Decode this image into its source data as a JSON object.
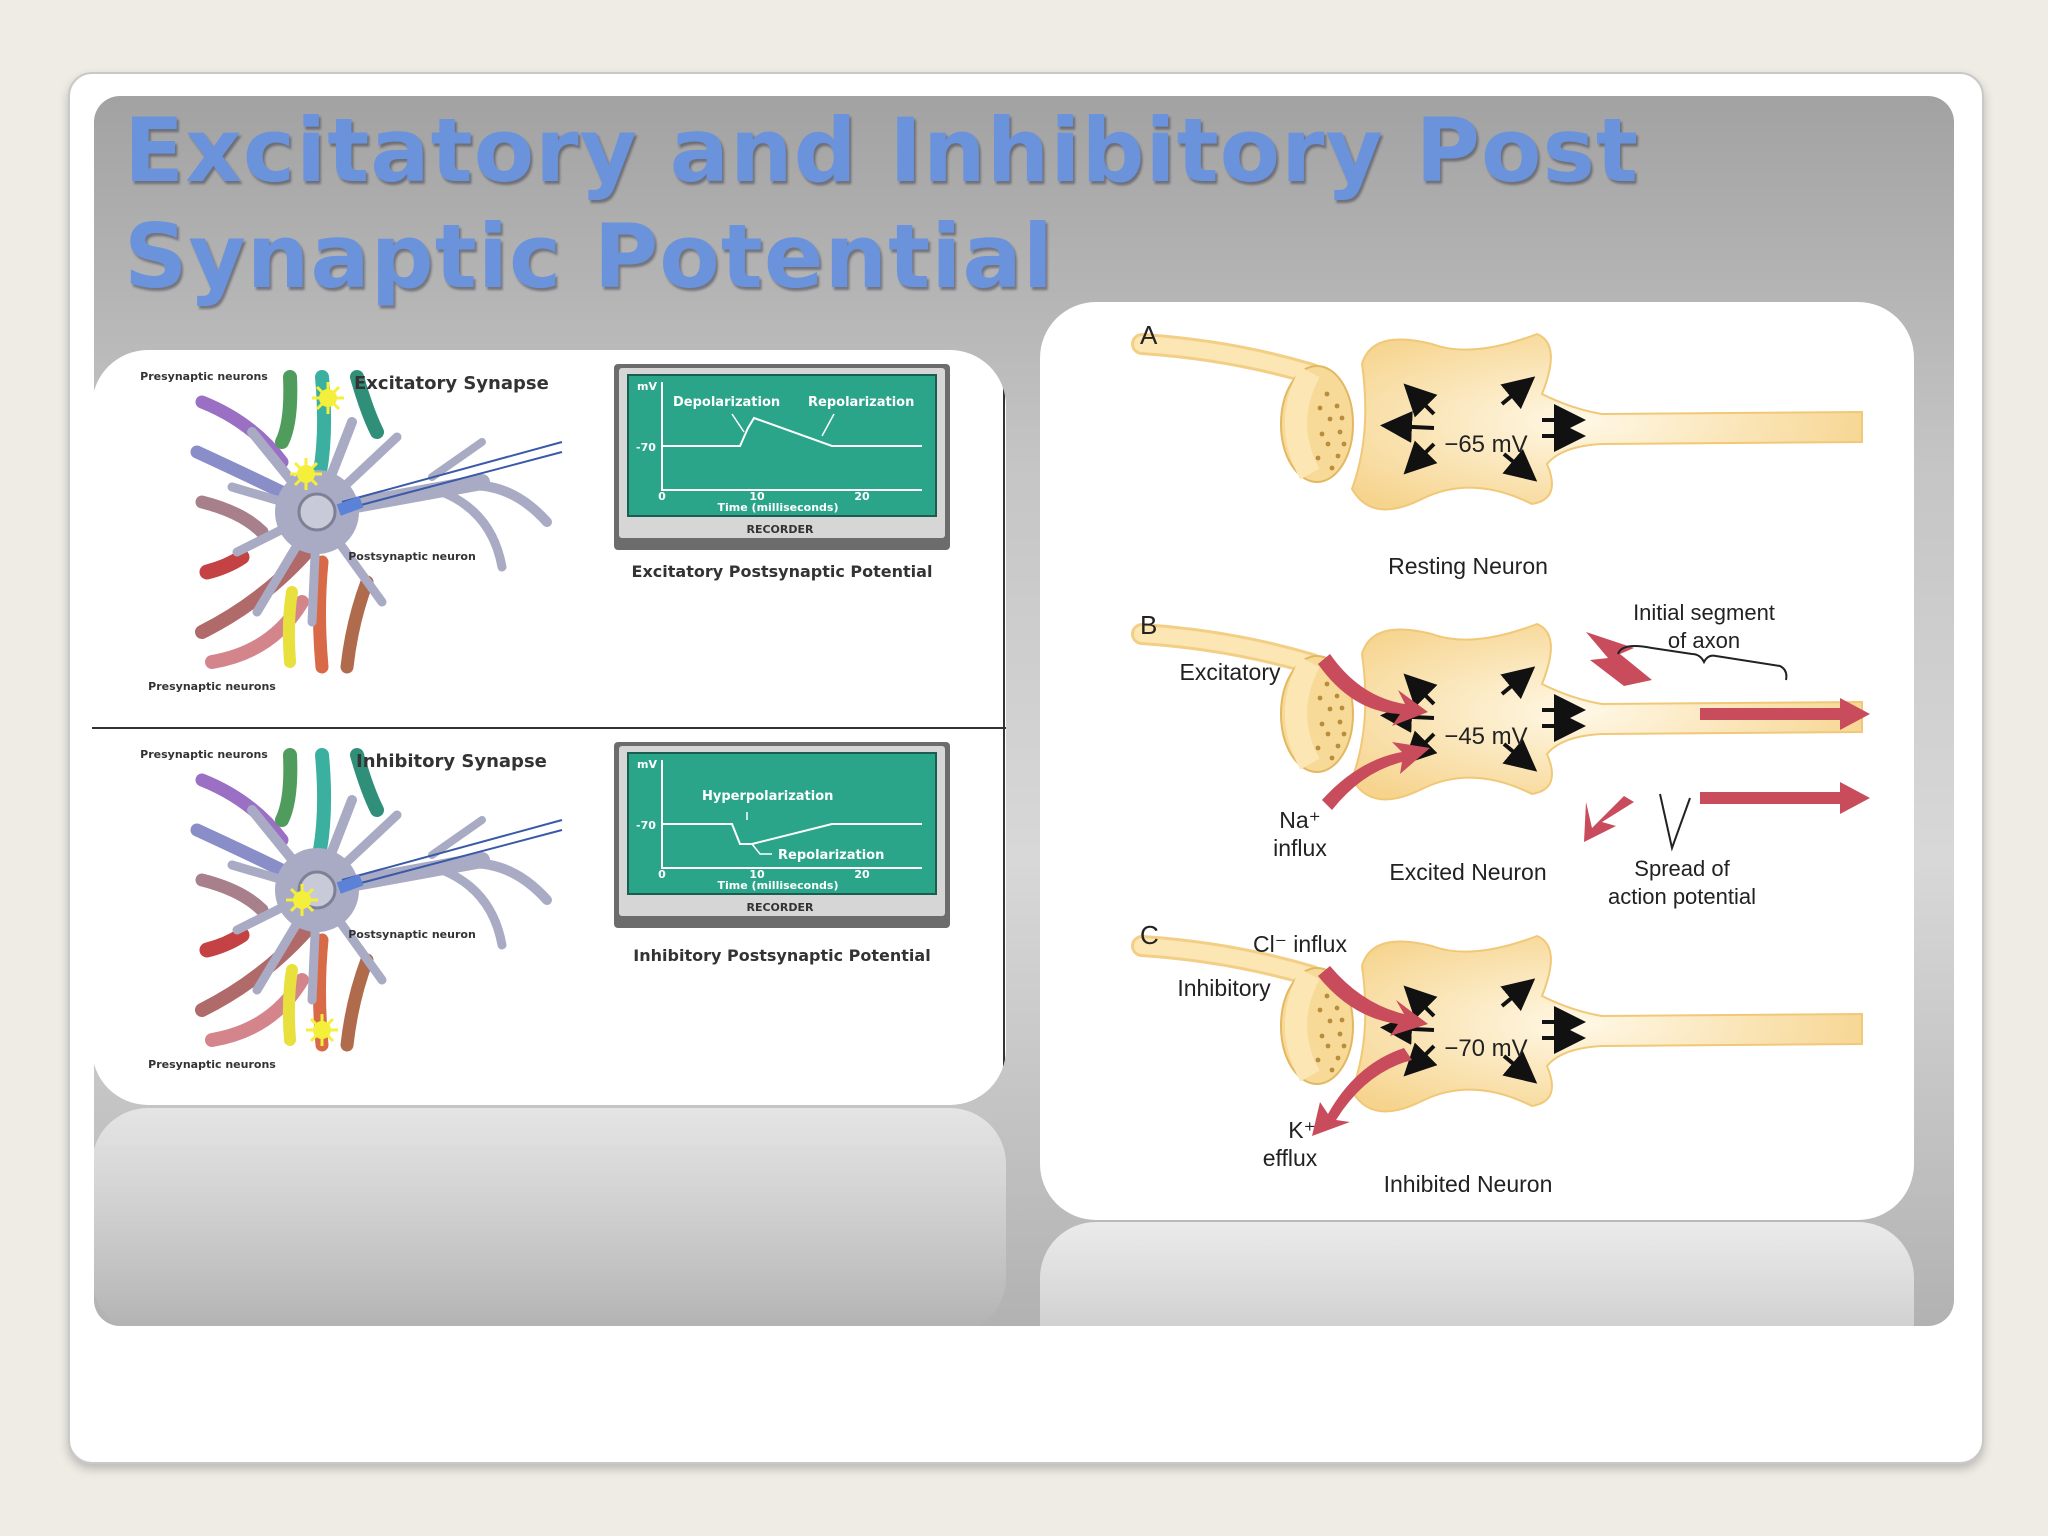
{
  "slide": {
    "title": "Excitatory and Inhibitory Post Synaptic Potential"
  },
  "excitatory_panel": {
    "heading": "Excitatory Synapse",
    "presynaptic_top": "Presynaptic neurons",
    "presynaptic_bottom": "Presynaptic neurons",
    "postsynaptic": "Postsynaptic neuron",
    "recorder": {
      "unit": "mV",
      "y_tick": "-70",
      "label_1": "Depolarization",
      "label_2": "Repolarization",
      "x_ticks": [
        "0",
        "10",
        "20"
      ],
      "x_axis": "Time (milliseconds)",
      "device": "RECORDER"
    },
    "caption": "Excitatory Postsynaptic Potential"
  },
  "inhibitory_panel": {
    "heading": "Inhibitory Synapse",
    "presynaptic_top": "Presynaptic neurons",
    "presynaptic_bottom": "Presynaptic neurons",
    "postsynaptic": "Postsynaptic neuron",
    "recorder": {
      "unit": "mV",
      "y_tick": "-70",
      "label_1": "Hyperpolarization",
      "label_2": "Repolarization",
      "x_ticks": [
        "0",
        "10",
        "20"
      ],
      "x_axis": "Time (milliseconds)",
      "device": "RECORDER"
    },
    "caption": "Inhibitory Postsynaptic Potential"
  },
  "neuron_states": {
    "A": {
      "letter": "A",
      "voltage": "−65 mV",
      "caption": "Resting Neuron"
    },
    "B": {
      "letter": "B",
      "voltage": "−45 mV",
      "caption": "Excited Neuron",
      "input_label": "Excitatory",
      "ion_label_1": "Na⁺",
      "ion_label_2": "influx",
      "segment_label_1": "Initial segment",
      "segment_label_2": "of axon",
      "spread_label_1": "Spread of",
      "spread_label_2": "action potential"
    },
    "C": {
      "letter": "C",
      "voltage": "−70 mV",
      "caption": "Inhibited Neuron",
      "input_label": "Inhibitory",
      "cl_label": "Cl⁻ influx",
      "k_label_1": "K⁺",
      "k_label_2": "efflux"
    }
  },
  "colors": {
    "title": "#6a93dc",
    "recorder_screen": "#2aa58a",
    "soma_fill": "#fbe2a8",
    "ion_arrow": "#c84c5c",
    "neuron_gray": "#a9abc4"
  }
}
